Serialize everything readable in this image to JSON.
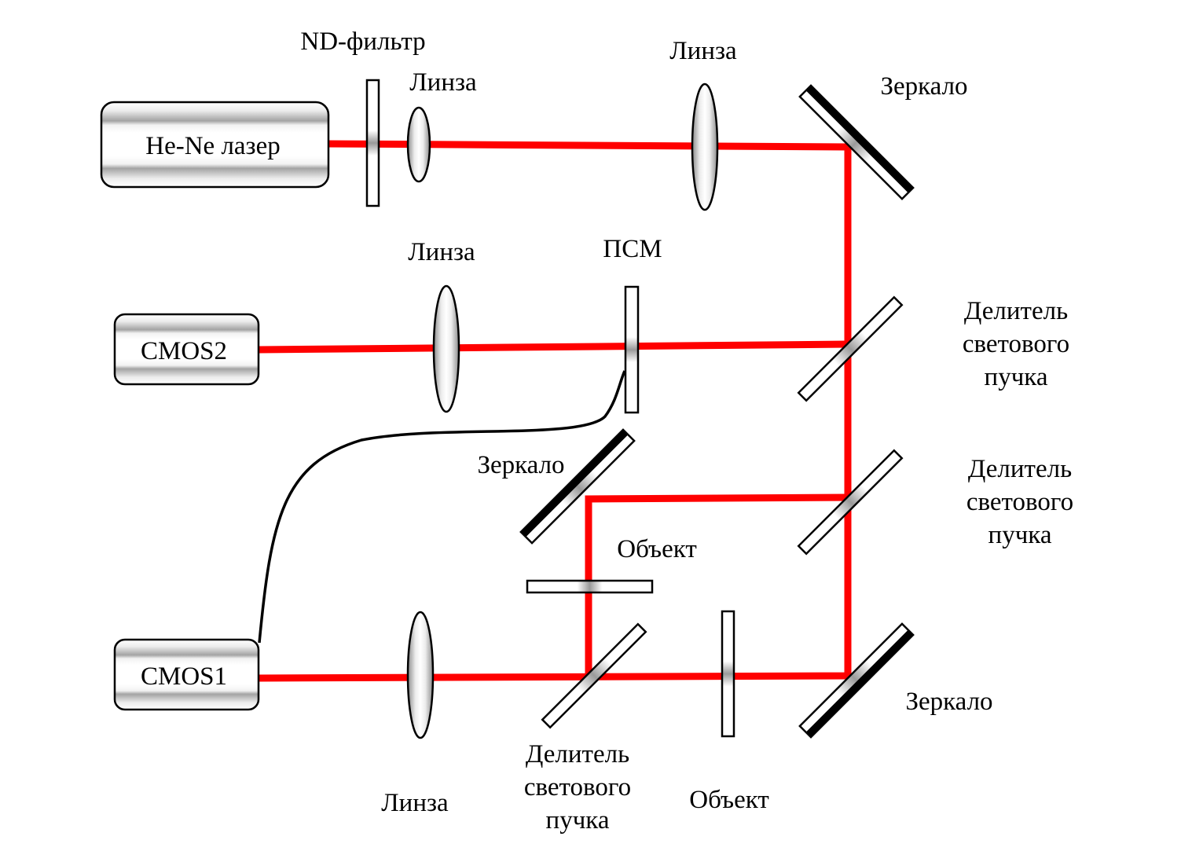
{
  "labels": {
    "laser": "He-Ne лазер",
    "cmos2": "CMOS2",
    "cmos1": "CMOS1",
    "nd_filter": "ND-фильтр",
    "lens_top_small": "Линза",
    "lens_top_large": "Линза",
    "mirror_top_right": "Зеркало",
    "lens_middle": "Линза",
    "slm": "ПСМ",
    "splitter_1": [
      "Делитель",
      "светового",
      "пучка"
    ],
    "splitter_2": [
      "Делитель",
      "светового",
      "пучка"
    ],
    "mirror_middle": "Зеркало",
    "object_upper": "Объект",
    "mirror_bottom_right": "Зеркало",
    "lens_bottom": "Линза",
    "splitter_3": [
      "Делитель",
      "светового",
      "пучка"
    ],
    "object_lower": "Объект"
  },
  "colors": {
    "beam": "#ff0000",
    "mirror_coating": "#000000",
    "outline": "#000000",
    "metal_light": "#ffffff",
    "metal_dark": "#a3a3a3"
  }
}
